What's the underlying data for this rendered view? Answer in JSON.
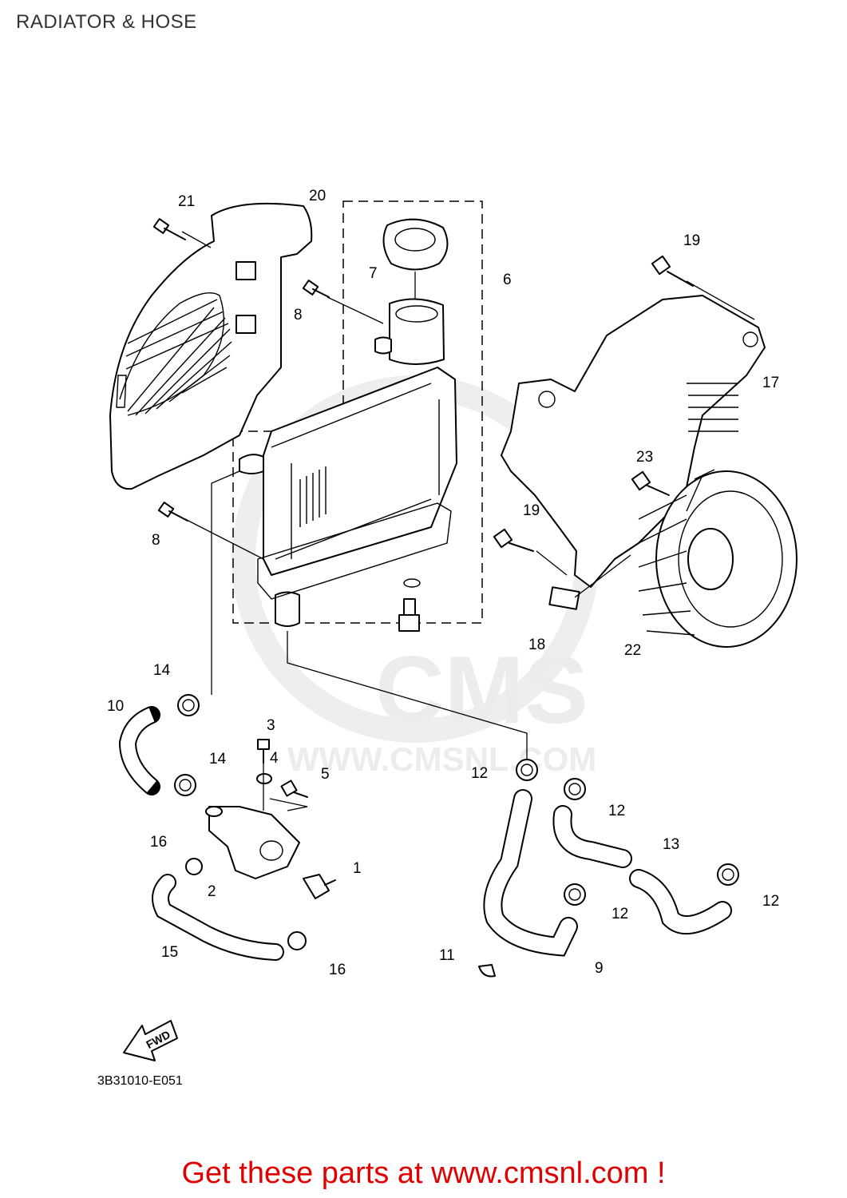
{
  "title": "RADIATOR & HOSE",
  "diagram_code": "3B31010-E051",
  "fwd_label": "FWD",
  "watermark": {
    "logo": "CMS",
    "url": "WWW.CMSNL.COM"
  },
  "call_to_action": "Get these parts at www.cmsnl.com !",
  "callouts": [
    {
      "number": "1"
    },
    {
      "number": "2"
    },
    {
      "number": "3"
    },
    {
      "number": "4"
    },
    {
      "number": "5"
    },
    {
      "number": "6"
    },
    {
      "number": "7"
    },
    {
      "number": "8"
    },
    {
      "number": "8"
    },
    {
      "number": "9"
    },
    {
      "number": "10"
    },
    {
      "number": "11"
    },
    {
      "number": "12"
    },
    {
      "number": "12"
    },
    {
      "number": "12"
    },
    {
      "number": "12"
    },
    {
      "number": "13"
    },
    {
      "number": "14"
    },
    {
      "number": "14"
    },
    {
      "number": "15"
    },
    {
      "number": "16"
    },
    {
      "number": "16"
    },
    {
      "number": "17"
    },
    {
      "number": "18"
    },
    {
      "number": "19"
    },
    {
      "number": "19"
    },
    {
      "number": "20"
    },
    {
      "number": "21"
    },
    {
      "number": "22"
    },
    {
      "number": "23"
    }
  ],
  "colors": {
    "call_to_action": "#e00000",
    "watermark": "#ececec",
    "line_art": "#000000"
  }
}
